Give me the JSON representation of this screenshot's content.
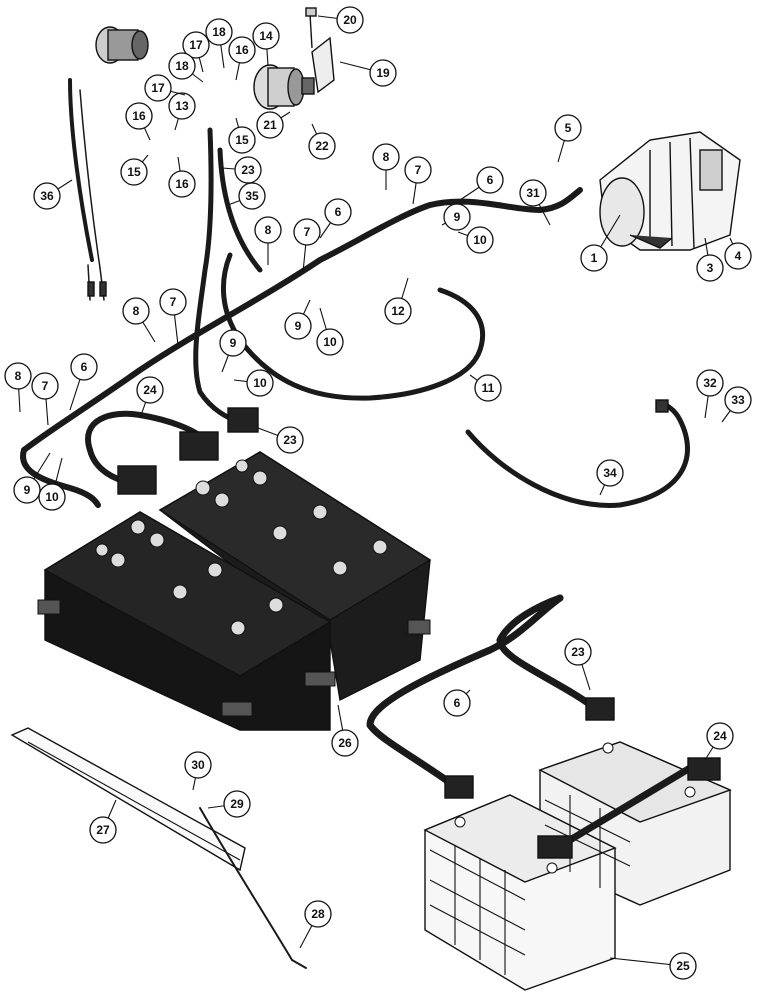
{
  "diagram": {
    "callouts": [
      {
        "id": "c1",
        "label": "1"
      },
      {
        "id": "c3",
        "label": "3"
      },
      {
        "id": "c4",
        "label": "4"
      },
      {
        "id": "c5",
        "label": "5"
      },
      {
        "id": "c6a",
        "label": "6"
      },
      {
        "id": "c6b",
        "label": "6"
      },
      {
        "id": "c6c",
        "label": "6"
      },
      {
        "id": "c6d",
        "label": "6"
      },
      {
        "id": "c7a",
        "label": "7"
      },
      {
        "id": "c7b",
        "label": "7"
      },
      {
        "id": "c7c",
        "label": "7"
      },
      {
        "id": "c7d",
        "label": "7"
      },
      {
        "id": "c8a",
        "label": "8"
      },
      {
        "id": "c8b",
        "label": "8"
      },
      {
        "id": "c8c",
        "label": "8"
      },
      {
        "id": "c8d",
        "label": "8"
      },
      {
        "id": "c9a",
        "label": "9"
      },
      {
        "id": "c9b",
        "label": "9"
      },
      {
        "id": "c9c",
        "label": "9"
      },
      {
        "id": "c9d",
        "label": "9"
      },
      {
        "id": "c10a",
        "label": "10"
      },
      {
        "id": "c10b",
        "label": "10"
      },
      {
        "id": "c10c",
        "label": "10"
      },
      {
        "id": "c10d",
        "label": "10"
      },
      {
        "id": "c11",
        "label": "11"
      },
      {
        "id": "c12",
        "label": "12"
      },
      {
        "id": "c13",
        "label": "13"
      },
      {
        "id": "c14",
        "label": "14"
      },
      {
        "id": "c15a",
        "label": "15"
      },
      {
        "id": "c15b",
        "label": "15"
      },
      {
        "id": "c16a",
        "label": "16"
      },
      {
        "id": "c16b",
        "label": "16"
      },
      {
        "id": "c16c",
        "label": "16"
      },
      {
        "id": "c17a",
        "label": "17"
      },
      {
        "id": "c17b",
        "label": "17"
      },
      {
        "id": "c18a",
        "label": "18"
      },
      {
        "id": "c18b",
        "label": "18"
      },
      {
        "id": "c19",
        "label": "19"
      },
      {
        "id": "c20",
        "label": "20"
      },
      {
        "id": "c21",
        "label": "21"
      },
      {
        "id": "c22",
        "label": "22"
      },
      {
        "id": "c23a",
        "label": "23"
      },
      {
        "id": "c23b",
        "label": "23"
      },
      {
        "id": "c23c",
        "label": "23"
      },
      {
        "id": "c24a",
        "label": "24"
      },
      {
        "id": "c24b",
        "label": "24"
      },
      {
        "id": "c25",
        "label": "25"
      },
      {
        "id": "c26",
        "label": "26"
      },
      {
        "id": "c27",
        "label": "27"
      },
      {
        "id": "c28",
        "label": "28"
      },
      {
        "id": "c29",
        "label": "29"
      },
      {
        "id": "c30",
        "label": "30"
      },
      {
        "id": "c31",
        "label": "31"
      },
      {
        "id": "c32",
        "label": "32"
      },
      {
        "id": "c33",
        "label": "33"
      },
      {
        "id": "c34",
        "label": "34"
      },
      {
        "id": "c35",
        "label": "35"
      },
      {
        "id": "c36",
        "label": "36"
      }
    ]
  }
}
